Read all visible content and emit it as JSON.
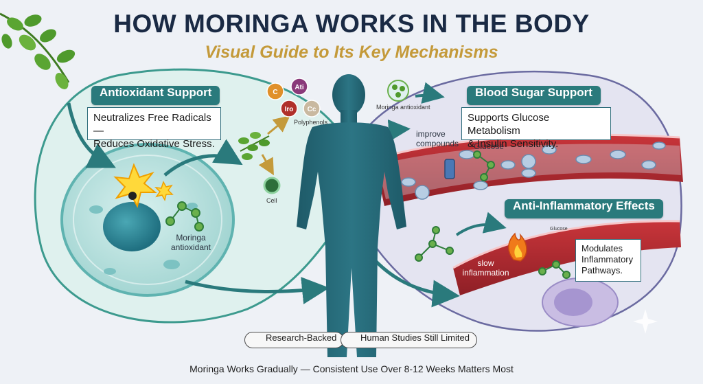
{
  "title": "HOW MORINGA WORKS IN THE BODY",
  "subtitle": "Visual Guide to Its Key Mechanisms",
  "antioxidant": {
    "heading": "Antioxidant Support",
    "line1": "Neutralizes Free Radicals —",
    "line2": "Reduces Oxidative Stress."
  },
  "blood_sugar": {
    "heading": "Blood Sugar Support",
    "line1": "Supports Glucose Metabolism",
    "line2": "& Insulin Sensitivity."
  },
  "anti_inflammatory": {
    "heading": "Anti-Inflammatory Effects",
    "line1": "Modulates",
    "line2": "Inflammatory",
    "line3": "Pathways."
  },
  "labels": {
    "moringa_antioxidant_top": "Moringa antioxidant",
    "polyphenols": "Polyphenols",
    "cell": "Cell",
    "moringa_antioxidant_cell_1": "Moringa",
    "moringa_antioxidant_cell_2": "antioxidant",
    "improve_1": "improve",
    "improve_2": "compounds",
    "glucose": "Glucose",
    "glucose_tag": "Glucose",
    "slow_1": "slow",
    "slow_2": "inflammation"
  },
  "nutrients": [
    {
      "symbol": "C",
      "color": "#e0902a"
    },
    {
      "symbol": "Ati",
      "color": "#8a3a7a"
    },
    {
      "symbol": "Iro",
      "color": "#b0302a"
    },
    {
      "symbol": "Cc",
      "color": "#c9b9a0"
    }
  ],
  "badges": {
    "research": "Research-Backed",
    "limited": "Human Studies Still Limited"
  },
  "footer": "Moringa Works Gradually — Consistent Use Over 8-12 Weeks Matters Most",
  "colors": {
    "teal": "#2f7d7f",
    "header_teal": "#2a7a7c",
    "navy": "#1a2a44",
    "gold": "#c49a3a",
    "vessel_red": "#b52a30",
    "leaf_green": "#4f9a2c"
  }
}
